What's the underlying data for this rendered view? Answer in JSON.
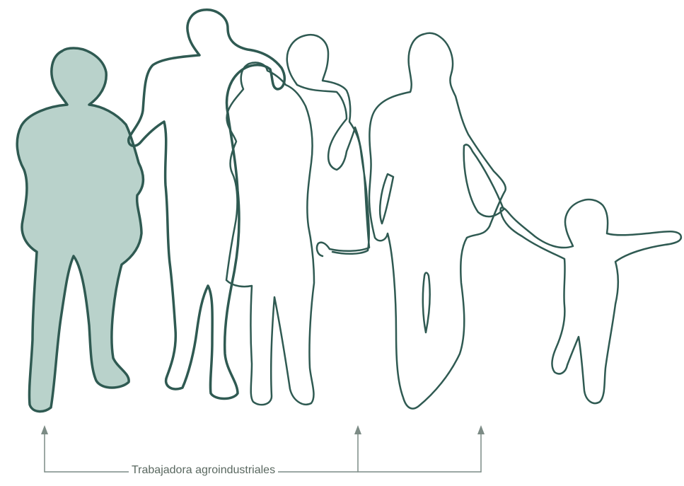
{
  "diagram": {
    "label": "Trabajadora agroindustriales",
    "colors": {
      "outline": "#2f5a52",
      "highlight_fill": "#b9d2cb",
      "bracket": "#7c8b85"
    },
    "figures": [
      {
        "id": "figure-woman-1",
        "highlighted": true
      },
      {
        "id": "figure-man-1",
        "highlighted": false
      },
      {
        "id": "figure-woman-2",
        "highlighted": false
      },
      {
        "id": "figure-man-2",
        "highlighted": false
      },
      {
        "id": "figure-woman-3",
        "highlighted": false
      },
      {
        "id": "figure-child",
        "highlighted": false
      }
    ]
  }
}
